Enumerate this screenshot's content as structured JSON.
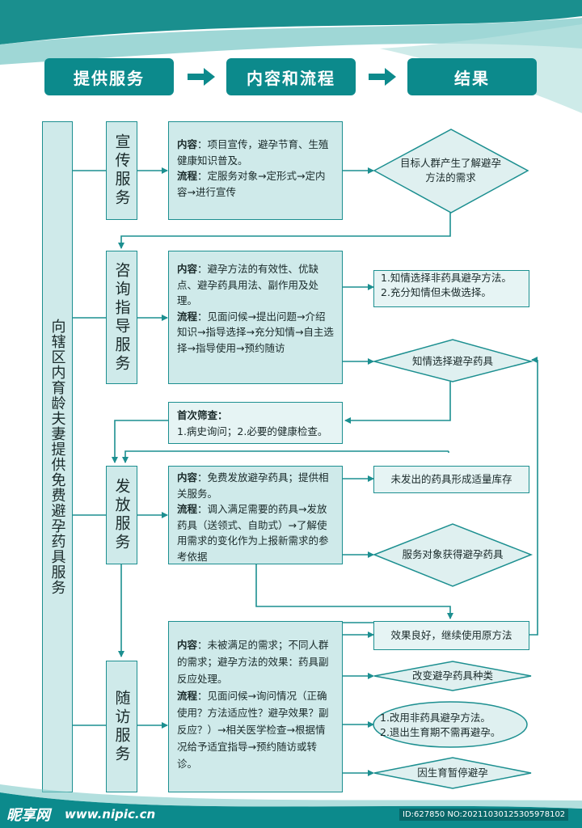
{
  "header": {
    "step1": "提供服务",
    "step2": "内容和流程",
    "step3": "结果"
  },
  "left_column": "向辖区内育龄夫妻提供免费避孕药具服务",
  "services": [
    {
      "label": "宣传服务"
    },
    {
      "label": "咨询指导服务"
    },
    {
      "label": "发放服务"
    },
    {
      "label": "随访服务"
    }
  ],
  "content_boxes": {
    "publicity": {
      "content_title": "内容",
      "content_text": "：项目宣传，避孕节育、生殖健康知识普及。",
      "process_title": "流程",
      "process_text": "：定服务对象→定形式→定内容→进行宣传"
    },
    "consult": {
      "content_title": "内容",
      "content_text": "：避孕方法的有效性、优缺点、避孕药具用法、副作用及处理。",
      "process_title": "流程",
      "process_text": "：见面问候→提出问题→介绍知识→指导选择→充分知情→自主选择→指导使用→预约随访"
    },
    "screening": {
      "title": "首次筛查",
      "title_suffix": "：",
      "text": "1.病史询问；2.必要的健康检查。"
    },
    "distribution": {
      "content_title": "内容",
      "content_text": "：免费发放避孕药具；提供相关服务。",
      "process_title": "流程",
      "process_text": "：调入满足需要的药具→发放药具（送领式、自助式）→了解使用需求的变化作为上报新需求的参考依据"
    },
    "followup": {
      "content_title": "内容",
      "content_text": "：未被满足的需求；不同人群的需求；避孕方法的效果：药具副反应处理。",
      "process_title": "流程",
      "process_text": "：见面问候→询问情况（正确使用？方法适应性？避孕效果？副反应？）→相关医学检查→根据情况给予适宜指导→预约随访或转诊。"
    }
  },
  "results": {
    "r1": "目标人群产生了解避孕方法的需求",
    "r2_line1": "1.知情选择非药具避孕方法。",
    "r2_line2": "2.充分知情但未做选择。",
    "r3": "知情选择避孕药具",
    "r4": "未发出的药具形成适量库存",
    "r5": "服务对象获得避孕药具",
    "r6": "效果良好，继续使用原方法",
    "r7": "改变避孕药具种类",
    "r8_line1": "1.改用非药具避孕方法。",
    "r8_line2": "2.退出生育期不需再避孕。",
    "r9": "因生育暂停避孕"
  },
  "footer": {
    "logo": "昵享网",
    "url": "www.nipic.cn",
    "id": "ID:627850 NO:20211030125305978102"
  },
  "colors": {
    "teal": "#0c8a8c",
    "box_fill": "#cfeaea",
    "line": "#1c8f90"
  }
}
